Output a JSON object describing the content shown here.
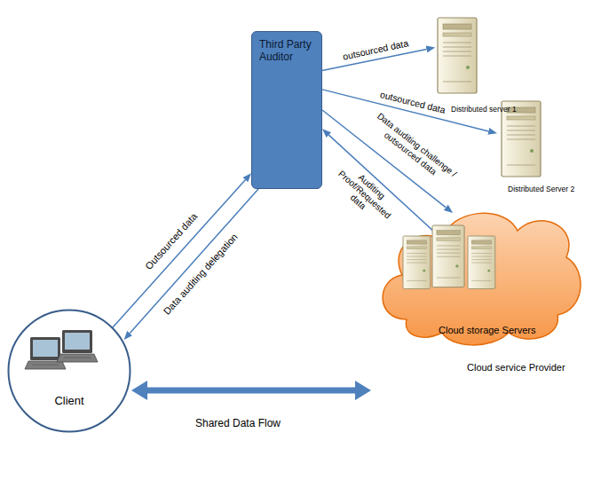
{
  "diagram": {
    "nodes": [
      {
        "text": [
          "Third Party Auditor"
        ]
      },
      {
        "text": [
          "Distributed server 1"
        ]
      },
      {
        "text": [
          "Distributed Server 2"
        ]
      },
      {
        "text": [
          "Client"
        ]
      },
      {
        "text": [
          "Cloud storage Servers",
          "Cloud service Provider"
        ]
      }
    ],
    "edges": [
      {
        "from": 0,
        "to": 1,
        "arrow": "to",
        "label": "outsourced data"
      },
      {
        "from": 0,
        "to": 2,
        "arrow": "to",
        "label": "outsourced data"
      },
      {
        "from": 0,
        "to": 4,
        "arrow": "to",
        "label": "Data auditing challenge / outsourced data"
      },
      {
        "from": 4,
        "to": 0,
        "arrow": "to",
        "label": "Auditing Proof/Requested data"
      },
      {
        "from": 3,
        "to": 0,
        "arrow": "to",
        "label": "Outsourced data"
      },
      {
        "from": 0,
        "to": 3,
        "arrow": "to",
        "label": "Data auditing delegation"
      },
      {
        "from": 3,
        "to": 4,
        "arrow": "both",
        "label": "Shared Data Flow"
      }
    ]
  }
}
